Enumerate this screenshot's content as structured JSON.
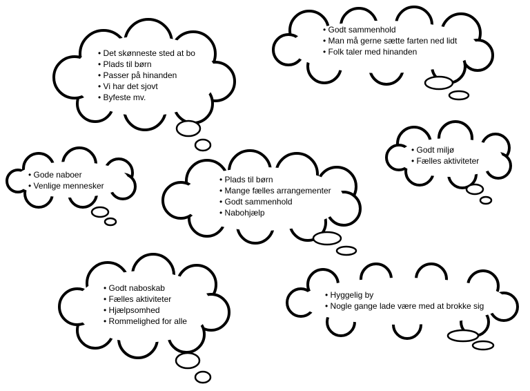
{
  "thoughts": [
    {
      "items": [
        "Det skønneste sted at bo",
        "Plads til børn",
        "Passer på hinanden",
        "Vi har det sjovt",
        "Byfeste mv."
      ]
    },
    {
      "items": [
        "Godt sammenhold",
        "Man må gerne sætte farten ned lidt",
        "Folk taler med hinanden"
      ]
    },
    {
      "items": [
        "Godt miljø",
        "Fælles aktiviteter"
      ]
    },
    {
      "items": [
        "Gode naboer",
        "Venlige mennesker"
      ]
    },
    {
      "items": [
        "Plads til børn",
        "Mange fælles arrangementer",
        "Godt sammenhold",
        "Nabohjælp"
      ]
    },
    {
      "items": [
        "Godt naboskab",
        "Fælles aktiviteter",
        "Hjælpsomhed",
        "Rommelighed for alle"
      ]
    },
    {
      "items": [
        "Hyggelig by",
        "Nogle gange lade være med at brokke sig"
      ]
    }
  ]
}
